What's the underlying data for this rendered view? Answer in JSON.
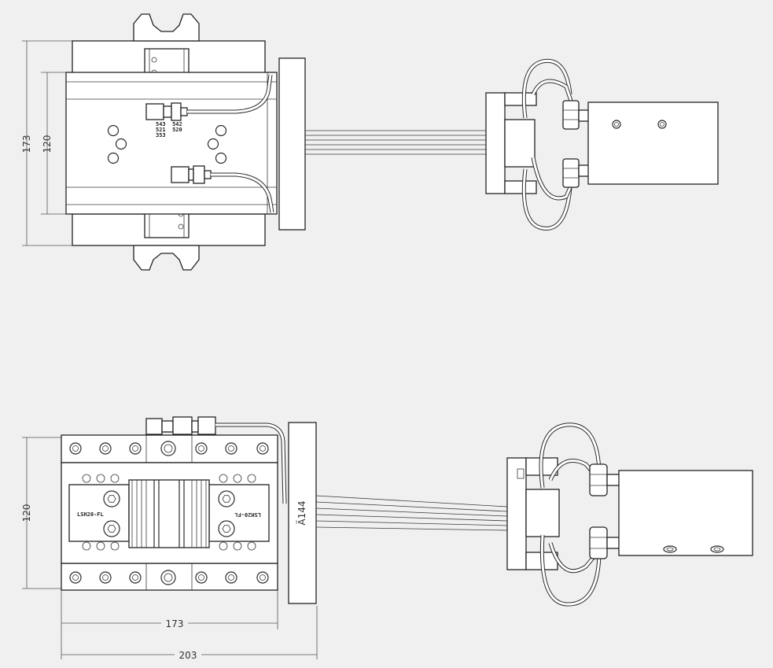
{
  "top_view": {
    "dim_height_outer": "173",
    "dim_height_inner": "120",
    "port_labels": [
      "543  542",
      "521  520",
      "353"
    ]
  },
  "side_view": {
    "dim_height": "120",
    "dim_flange": "Ä144",
    "dim_width_inner": "173",
    "dim_width_outer": "203",
    "model_label_left": "LSH20-FL",
    "model_label_right": "LSH20-FL"
  },
  "colors": {
    "background": "#f0f0f1",
    "line": "#2b2b2b"
  }
}
